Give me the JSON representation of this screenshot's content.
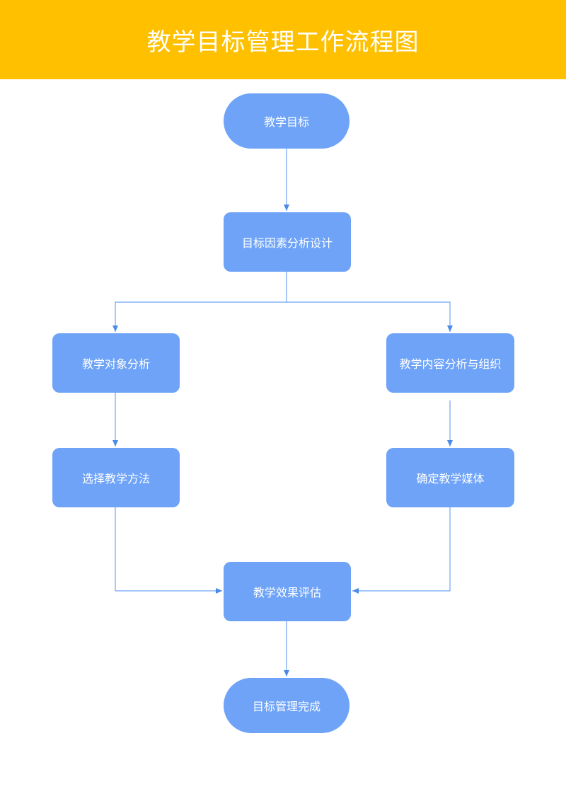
{
  "title": "教学目标管理工作流程图",
  "colors": {
    "header_bg": "#FFC000",
    "node_fill": "#6EA3F7",
    "connector": "#6EA3F7",
    "text": "#FFFFFF"
  },
  "nodes": {
    "start": "教学目标",
    "factor_design": "目标因素分析设计",
    "learner_analysis": "教学对象分析",
    "content_analysis": "教学内容分析与组织",
    "method_select": "选择教学方法",
    "media_select": "确定教学媒体",
    "evaluation": "教学效果评估",
    "end": "目标管理完成"
  }
}
